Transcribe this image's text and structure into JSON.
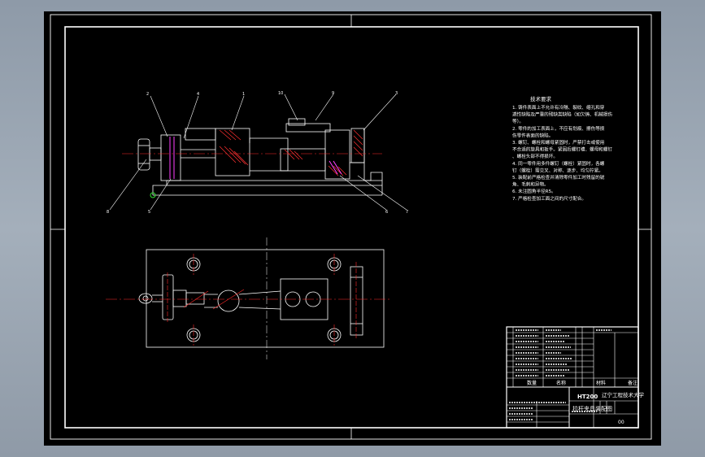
{
  "sheet": {
    "background": "#000000",
    "frame_color": "#ffffff",
    "outline_color": "#ffffff",
    "centerline_color": "#ff2a2a",
    "hatch_color": "#ff3030",
    "highlight_color": "#ff40ff",
    "note_color": "#ffffff"
  },
  "technical_requirements": {
    "title": "技术要求",
    "items": [
      "1. 铸件表面上不允许有冷隔、裂纹、缩孔和穿透性缺陷及严重的残缺类缺陷（如欠铸、机械损伤等）。",
      "2. 零件的加工表面上，不应有划痕、擦伤等损伤零件表面的缺陷。",
      "3. 螺钉、螺栓和螺母紧固时，严禁打击或使用不合适的旋具和扳手。紧固后螺钉槽、螺母和螺钉、螺栓头部不得损坏。",
      "4. 同一零件用多件螺钉（螺栓）紧固时，各螺钉（螺栓）需交叉、对称、逐步、均匀拧紧。",
      "5. 装配前严格检查并清除零件加工时残留的锐角、毛刺和异物。",
      "6. 未注圆角半径R5。",
      "7. 严格检查加工面之间的尺寸配合。"
    ]
  },
  "title_block": {
    "scale": "HT200",
    "school": "辽宁工程技术大学",
    "drawing_title": "拉杆夹具装配图",
    "code": "00",
    "header_quantity": "数量",
    "header_name": "名称",
    "header_material": "材料",
    "header_note": "备注"
  },
  "balloons": [
    "2",
    "4",
    "1",
    "10",
    "9",
    "3",
    "8",
    "5",
    "6",
    "7"
  ]
}
